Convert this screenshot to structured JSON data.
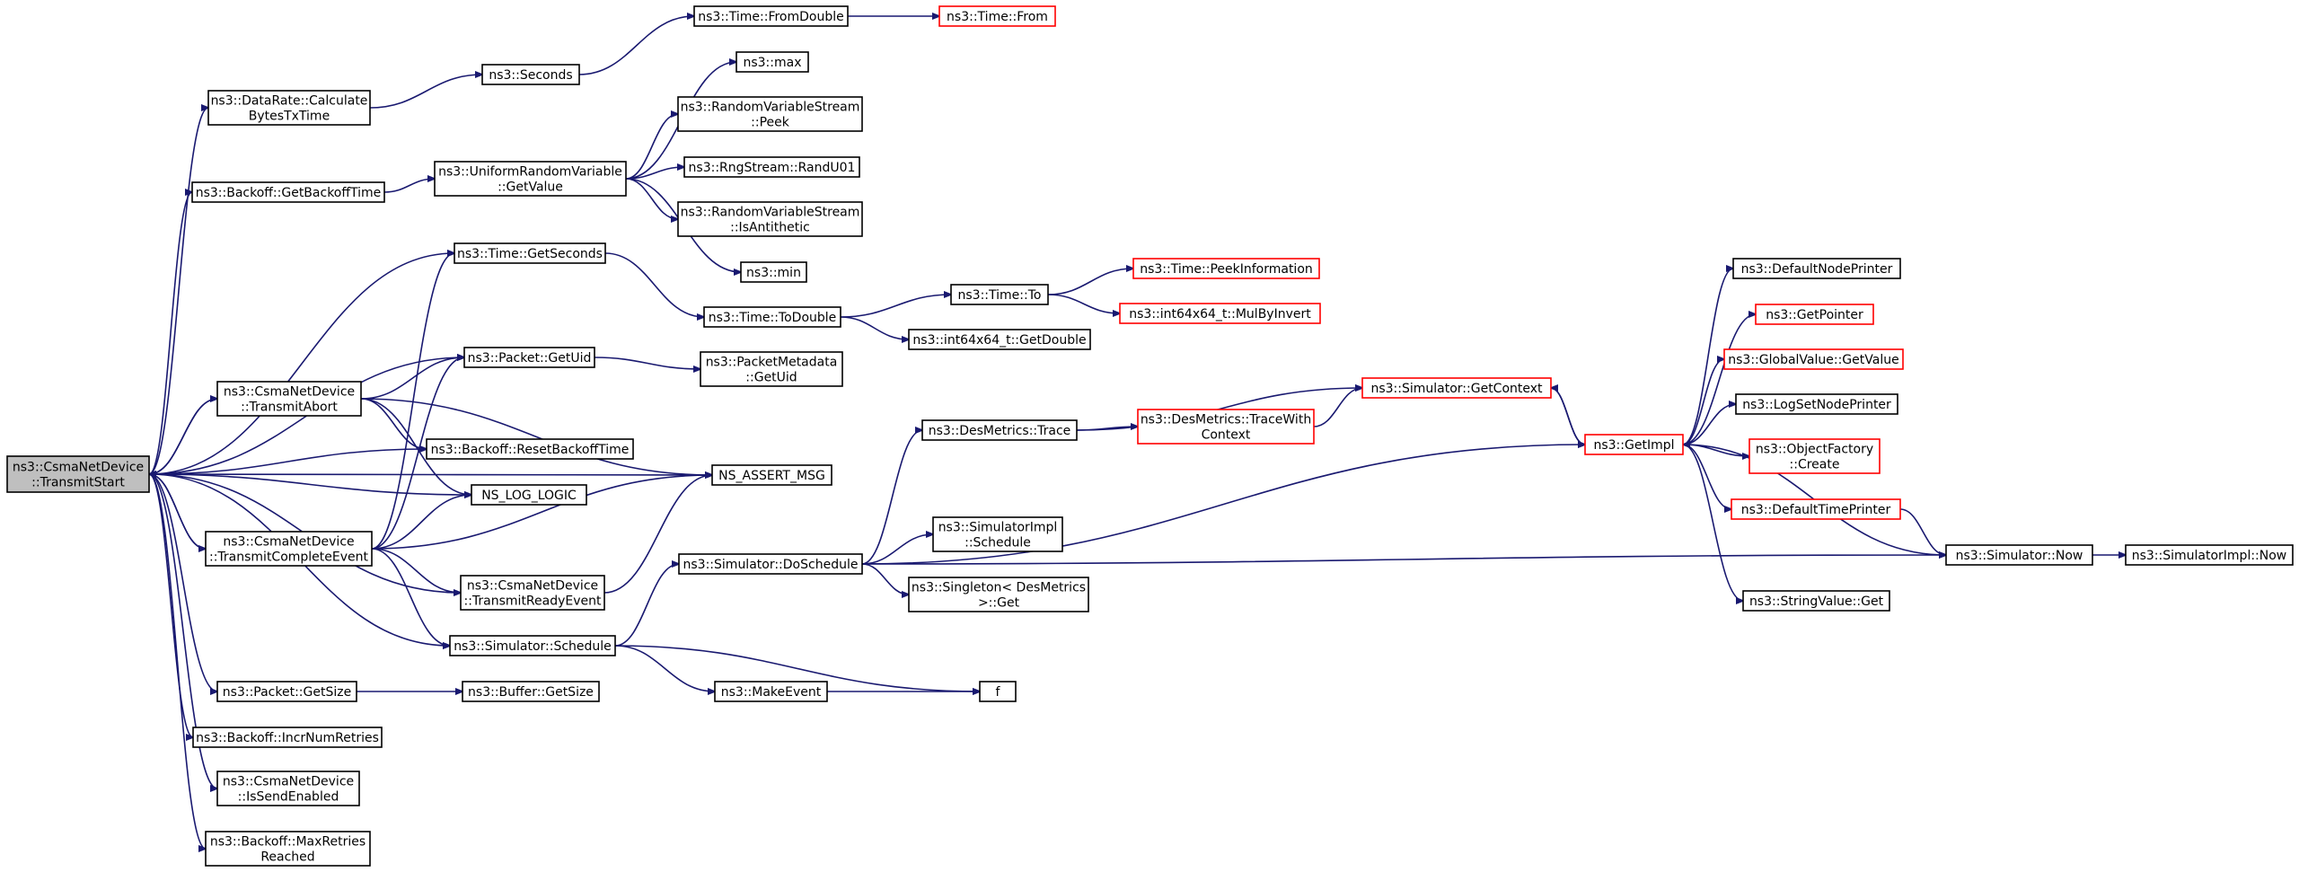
{
  "nodes": [
    {
      "id": "root",
      "lines": [
        "ns3::CsmaNetDevice",
        "::TransmitStart"
      ],
      "style": "root"
    },
    {
      "id": "calcbytes",
      "lines": [
        "ns3::DataRate::Calculate",
        "BytesTxTime"
      ],
      "style": "normal"
    },
    {
      "id": "backoffget",
      "lines": [
        "ns3::Backoff::GetBackoffTime"
      ],
      "style": "normal"
    },
    {
      "id": "transabort",
      "lines": [
        "ns3::CsmaNetDevice",
        "::TransmitAbort"
      ],
      "style": "normal"
    },
    {
      "id": "transcomplete",
      "lines": [
        "ns3::CsmaNetDevice",
        "::TransmitCompleteEvent"
      ],
      "style": "normal"
    },
    {
      "id": "pktgetsize",
      "lines": [
        "ns3::Packet::GetSize"
      ],
      "style": "normal"
    },
    {
      "id": "incr",
      "lines": [
        "ns3::Backoff::IncrNumRetries"
      ],
      "style": "normal"
    },
    {
      "id": "issend",
      "lines": [
        "ns3::CsmaNetDevice",
        "::IsSendEnabled"
      ],
      "style": "normal"
    },
    {
      "id": "maxretries",
      "lines": [
        "ns3::Backoff::MaxRetries",
        "Reached"
      ],
      "style": "normal"
    },
    {
      "id": "seconds",
      "lines": [
        "ns3::Seconds"
      ],
      "style": "normal"
    },
    {
      "id": "uniformgv",
      "lines": [
        "ns3::UniformRandomVariable",
        "::GetValue"
      ],
      "style": "normal"
    },
    {
      "id": "timegetsec",
      "lines": [
        "ns3::Time::GetSeconds"
      ],
      "style": "normal"
    },
    {
      "id": "pktgetuid",
      "lines": [
        "ns3::Packet::GetUid"
      ],
      "style": "normal"
    },
    {
      "id": "resetbackoff",
      "lines": [
        "ns3::Backoff::ResetBackoffTime"
      ],
      "style": "normal"
    },
    {
      "id": "nslog",
      "lines": [
        "NS_LOG_LOGIC"
      ],
      "style": "normal"
    },
    {
      "id": "transready",
      "lines": [
        "ns3::CsmaNetDevice",
        "::TransmitReadyEvent"
      ],
      "style": "normal"
    },
    {
      "id": "simschedule",
      "lines": [
        "ns3::Simulator::Schedule"
      ],
      "style": "normal"
    },
    {
      "id": "buffergetsize",
      "lines": [
        "ns3::Buffer::GetSize"
      ],
      "style": "normal"
    },
    {
      "id": "timefromdouble",
      "lines": [
        "ns3::Time::FromDouble"
      ],
      "style": "normal"
    },
    {
      "id": "max",
      "lines": [
        "ns3::max"
      ],
      "style": "normal"
    },
    {
      "id": "rvspeek",
      "lines": [
        "ns3::RandomVariableStream",
        "::Peek"
      ],
      "style": "normal"
    },
    {
      "id": "randu01",
      "lines": [
        "ns3::RngStream::RandU01"
      ],
      "style": "normal"
    },
    {
      "id": "rvsanti",
      "lines": [
        "ns3::RandomVariableStream",
        "::IsAntithetic"
      ],
      "style": "normal"
    },
    {
      "id": "min",
      "lines": [
        "ns3::min"
      ],
      "style": "normal"
    },
    {
      "id": "timetodouble",
      "lines": [
        "ns3::Time::ToDouble"
      ],
      "style": "normal"
    },
    {
      "id": "pmgetuid",
      "lines": [
        "ns3::PacketMetadata",
        "::GetUid"
      ],
      "style": "normal"
    },
    {
      "id": "assert",
      "lines": [
        "NS_ASSERT_MSG"
      ],
      "style": "normal"
    },
    {
      "id": "doschedule",
      "lines": [
        "ns3::Simulator::DoSchedule"
      ],
      "style": "normal"
    },
    {
      "id": "makeevent",
      "lines": [
        "ns3::MakeEvent"
      ],
      "style": "normal"
    },
    {
      "id": "timefrom",
      "lines": [
        "ns3::Time::From"
      ],
      "style": "link"
    },
    {
      "id": "timeto",
      "lines": [
        "ns3::Time::To"
      ],
      "style": "normal"
    },
    {
      "id": "int64getdouble",
      "lines": [
        "ns3::int64x64_t::GetDouble"
      ],
      "style": "normal"
    },
    {
      "id": "desmtrace",
      "lines": [
        "ns3::DesMetrics::Trace"
      ],
      "style": "normal"
    },
    {
      "id": "simimplsched",
      "lines": [
        "ns3::SimulatorImpl",
        "::Schedule"
      ],
      "style": "normal"
    },
    {
      "id": "singleton",
      "lines": [
        "ns3::Singleton< DesMetrics",
        ">::Get"
      ],
      "style": "normal"
    },
    {
      "id": "f",
      "lines": [
        "f"
      ],
      "style": "normal"
    },
    {
      "id": "peekinfo",
      "lines": [
        "ns3::Time::PeekInformation"
      ],
      "style": "link"
    },
    {
      "id": "mulbyinvert",
      "lines": [
        "ns3::int64x64_t::MulByInvert"
      ],
      "style": "link"
    },
    {
      "id": "desmtracectx",
      "lines": [
        "ns3::DesMetrics::TraceWith",
        "Context"
      ],
      "style": "link"
    },
    {
      "id": "getcontext",
      "lines": [
        "ns3::Simulator::GetContext"
      ],
      "style": "link"
    },
    {
      "id": "getimpl",
      "lines": [
        "ns3::GetImpl"
      ],
      "style": "link"
    },
    {
      "id": "defnodeprinter",
      "lines": [
        "ns3::DefaultNodePrinter"
      ],
      "style": "normal"
    },
    {
      "id": "getpointer",
      "lines": [
        "ns3::GetPointer"
      ],
      "style": "link"
    },
    {
      "id": "globalgv",
      "lines": [
        "ns3::GlobalValue::GetValue"
      ],
      "style": "link"
    },
    {
      "id": "lognodeprinter",
      "lines": [
        "ns3::LogSetNodePrinter"
      ],
      "style": "normal"
    },
    {
      "id": "objfactory",
      "lines": [
        "ns3::ObjectFactory",
        "::Create"
      ],
      "style": "link"
    },
    {
      "id": "deftimeprinter",
      "lines": [
        "ns3::DefaultTimePrinter"
      ],
      "style": "link"
    },
    {
      "id": "stringget",
      "lines": [
        "ns3::StringValue::Get"
      ],
      "style": "normal"
    },
    {
      "id": "simnow",
      "lines": [
        "ns3::Simulator::Now"
      ],
      "style": "normal"
    },
    {
      "id": "simimplnow",
      "lines": [
        "ns3::SimulatorImpl::Now"
      ],
      "style": "normal"
    }
  ],
  "edges": [
    [
      "root",
      "calcbytes"
    ],
    [
      "root",
      "backoffget"
    ],
    [
      "root",
      "transabort"
    ],
    [
      "root",
      "transcomplete"
    ],
    [
      "root",
      "pktgetsize"
    ],
    [
      "root",
      "incr"
    ],
    [
      "root",
      "issend"
    ],
    [
      "root",
      "maxretries"
    ],
    [
      "root",
      "timegetsec"
    ],
    [
      "root",
      "pktgetuid"
    ],
    [
      "root",
      "resetbackoff"
    ],
    [
      "root",
      "nslog"
    ],
    [
      "root",
      "assert"
    ],
    [
      "root",
      "simschedule"
    ],
    [
      "transabort",
      "root"
    ],
    [
      "transcomplete",
      "root"
    ],
    [
      "transready",
      "root"
    ],
    [
      "calcbytes",
      "seconds"
    ],
    [
      "seconds",
      "timefromdouble"
    ],
    [
      "timefromdouble",
      "timefrom"
    ],
    [
      "backoffget",
      "uniformgv"
    ],
    [
      "uniformgv",
      "max"
    ],
    [
      "uniformgv",
      "rvspeek"
    ],
    [
      "uniformgv",
      "randu01"
    ],
    [
      "uniformgv",
      "rvsanti"
    ],
    [
      "uniformgv",
      "min"
    ],
    [
      "timegetsec",
      "timetodouble"
    ],
    [
      "timetodouble",
      "timeto"
    ],
    [
      "timetodouble",
      "int64getdouble"
    ],
    [
      "timeto",
      "peekinfo"
    ],
    [
      "timeto",
      "mulbyinvert"
    ],
    [
      "pktgetuid",
      "pmgetuid"
    ],
    [
      "transabort",
      "pktgetuid"
    ],
    [
      "transabort",
      "resetbackoff"
    ],
    [
      "transabort",
      "nslog"
    ],
    [
      "transabort",
      "assert"
    ],
    [
      "transcomplete",
      "timegetsec"
    ],
    [
      "transcomplete",
      "pktgetuid"
    ],
    [
      "transcomplete",
      "nslog"
    ],
    [
      "transcomplete",
      "assert"
    ],
    [
      "transcomplete",
      "transready"
    ],
    [
      "transcomplete",
      "simschedule"
    ],
    [
      "transready",
      "assert"
    ],
    [
      "pktgetsize",
      "buffergetsize"
    ],
    [
      "simschedule",
      "doschedule"
    ],
    [
      "simschedule",
      "makeevent"
    ],
    [
      "simschedule",
      "f"
    ],
    [
      "makeevent",
      "f"
    ],
    [
      "doschedule",
      "desmtrace"
    ],
    [
      "doschedule",
      "simimplsched"
    ],
    [
      "doschedule",
      "singleton"
    ],
    [
      "doschedule",
      "getimpl"
    ],
    [
      "doschedule",
      "simnow"
    ],
    [
      "desmtrace",
      "getcontext"
    ],
    [
      "desmtrace",
      "desmtracectx"
    ],
    [
      "desmtracectx",
      "getcontext"
    ],
    [
      "getcontext",
      "getimpl"
    ],
    [
      "getimpl",
      "defnodeprinter"
    ],
    [
      "getimpl",
      "getpointer"
    ],
    [
      "getimpl",
      "globalgv"
    ],
    [
      "getimpl",
      "lognodeprinter"
    ],
    [
      "getimpl",
      "objfactory"
    ],
    [
      "getimpl",
      "deftimeprinter"
    ],
    [
      "getimpl",
      "stringget"
    ],
    [
      "getimpl",
      "getcontext"
    ],
    [
      "simnow",
      "getimpl"
    ],
    [
      "simnow",
      "simimplnow"
    ],
    [
      "deftimeprinter",
      "simnow"
    ]
  ]
}
